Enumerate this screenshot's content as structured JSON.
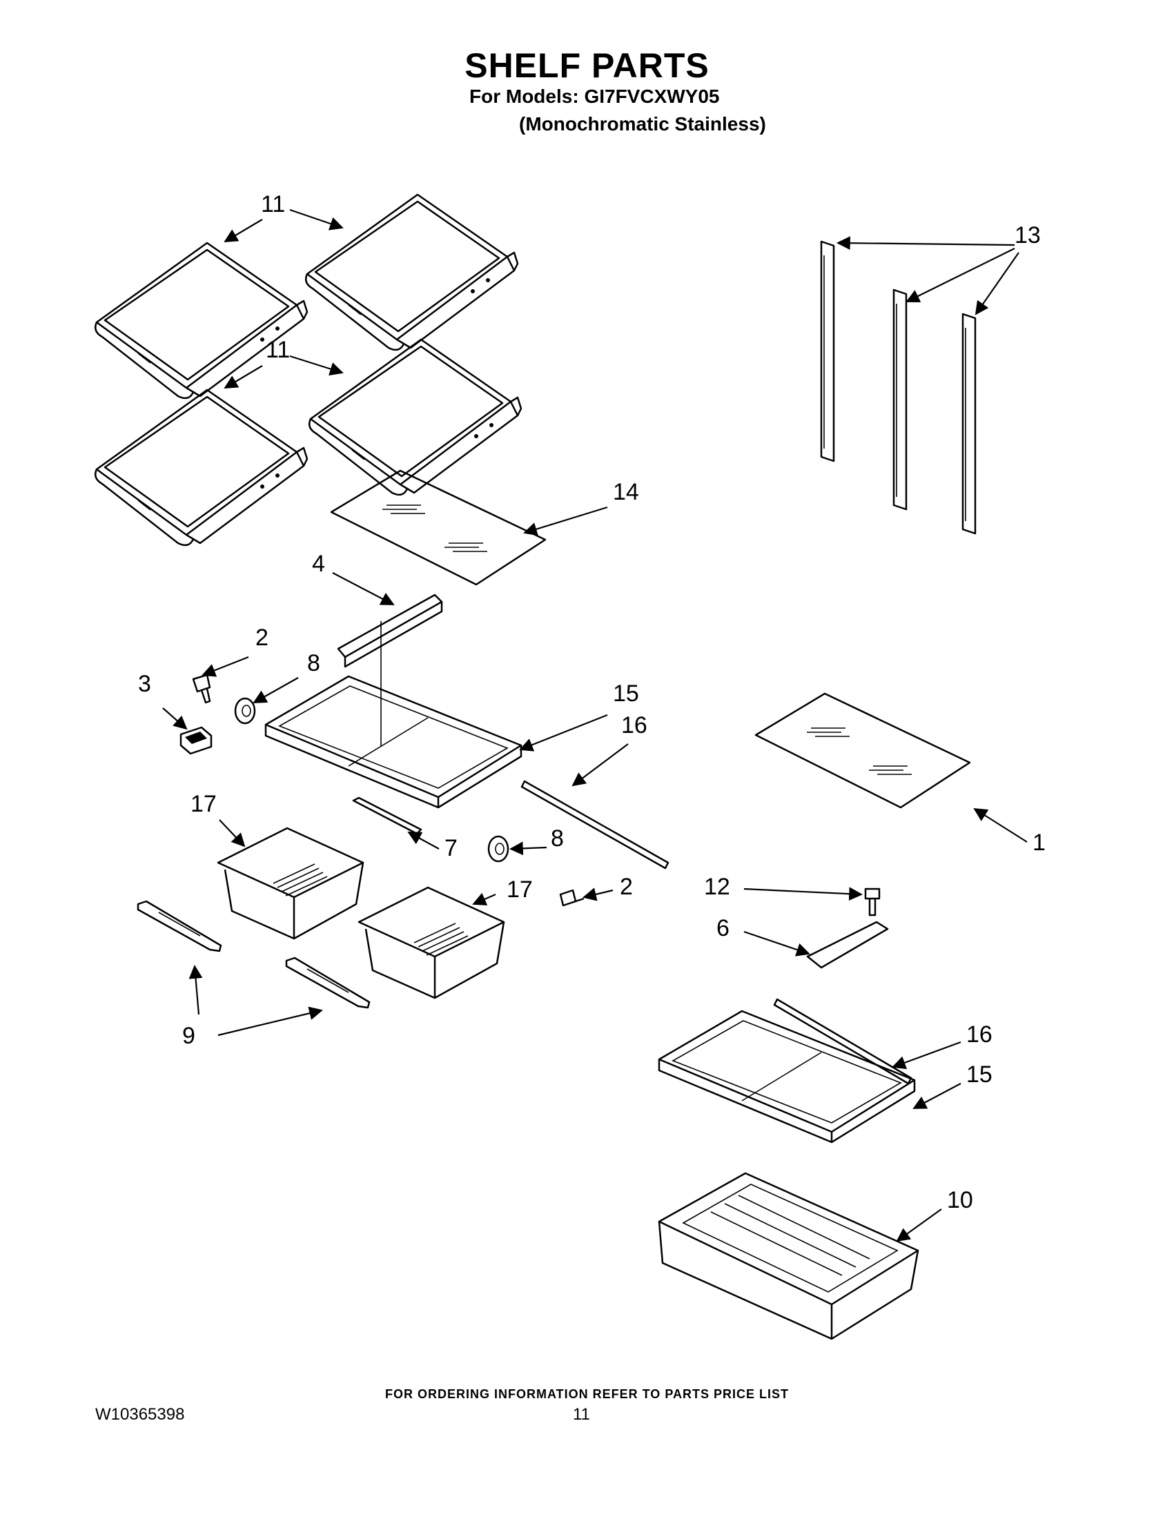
{
  "header": {
    "title": "SHELF PARTS",
    "models_line": "For Models: GI7FVCXWY05",
    "finish_line": "(Monochromatic Stainless)"
  },
  "callouts": {
    "c11a": "11",
    "c11b": "11",
    "c13": "13",
    "c14": "14",
    "c4": "4",
    "c2a": "2",
    "c8a": "8",
    "c3": "3",
    "c15a": "15",
    "c16a": "16",
    "c17a": "17",
    "c7": "7",
    "c8b": "8",
    "c2b": "2",
    "c17b": "17",
    "c12": "12",
    "c1": "1",
    "c6": "6",
    "c9": "9",
    "c16b": "16",
    "c15b": "15",
    "c10": "10"
  },
  "footer": {
    "ordering_note": "FOR ORDERING INFORMATION REFER TO PARTS PRICE LIST",
    "document_number": "W10365398",
    "page_number": "11"
  }
}
